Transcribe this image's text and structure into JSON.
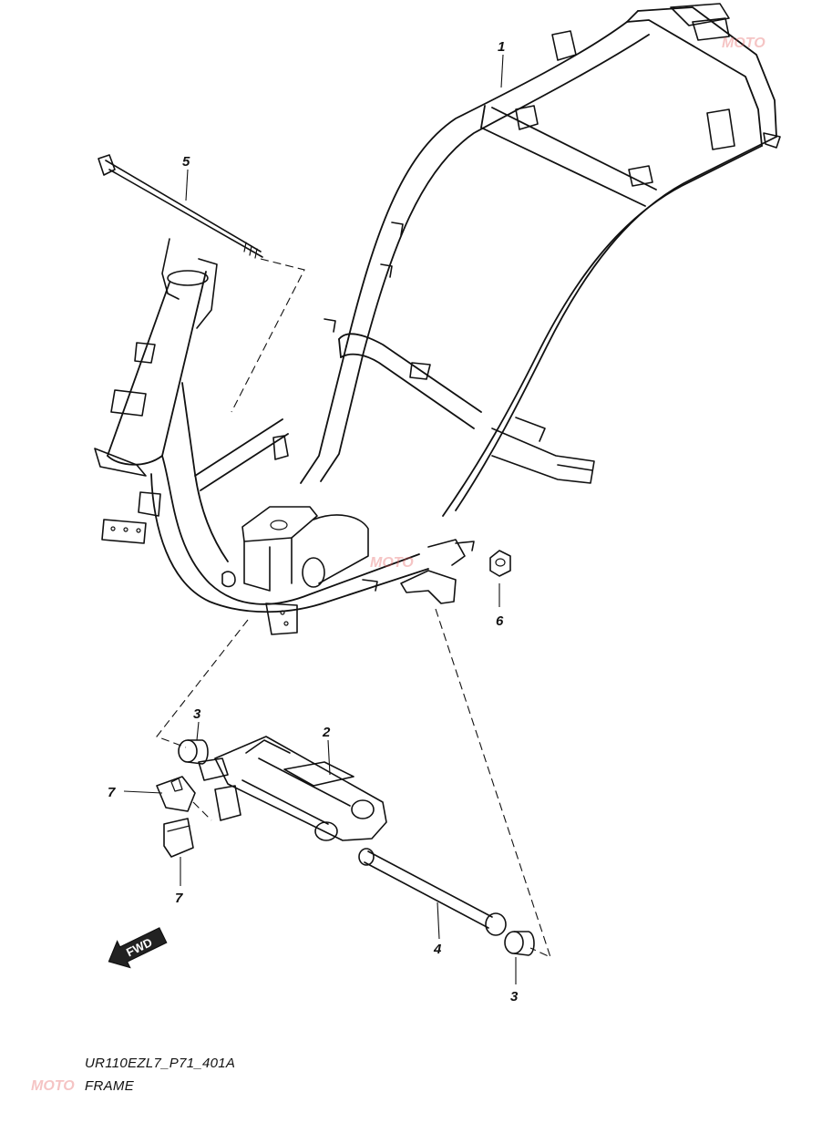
{
  "diagram": {
    "callouts": [
      {
        "id": "1",
        "label": "1"
      },
      {
        "id": "2",
        "label": "2"
      },
      {
        "id": "3a",
        "label": "3"
      },
      {
        "id": "3b",
        "label": "3"
      },
      {
        "id": "4",
        "label": "4"
      },
      {
        "id": "5",
        "label": "5"
      },
      {
        "id": "6",
        "label": "6"
      },
      {
        "id": "7a",
        "label": "7"
      },
      {
        "id": "7b",
        "label": "7"
      }
    ],
    "fwd_label": "FWD",
    "caption_code": "UR110EZL7_P71_401A",
    "caption_name": "FRAME",
    "watermark_text": "MOTO",
    "colors": {
      "line": "#111111",
      "background": "#ffffff",
      "watermark": "#e45a5a"
    }
  }
}
